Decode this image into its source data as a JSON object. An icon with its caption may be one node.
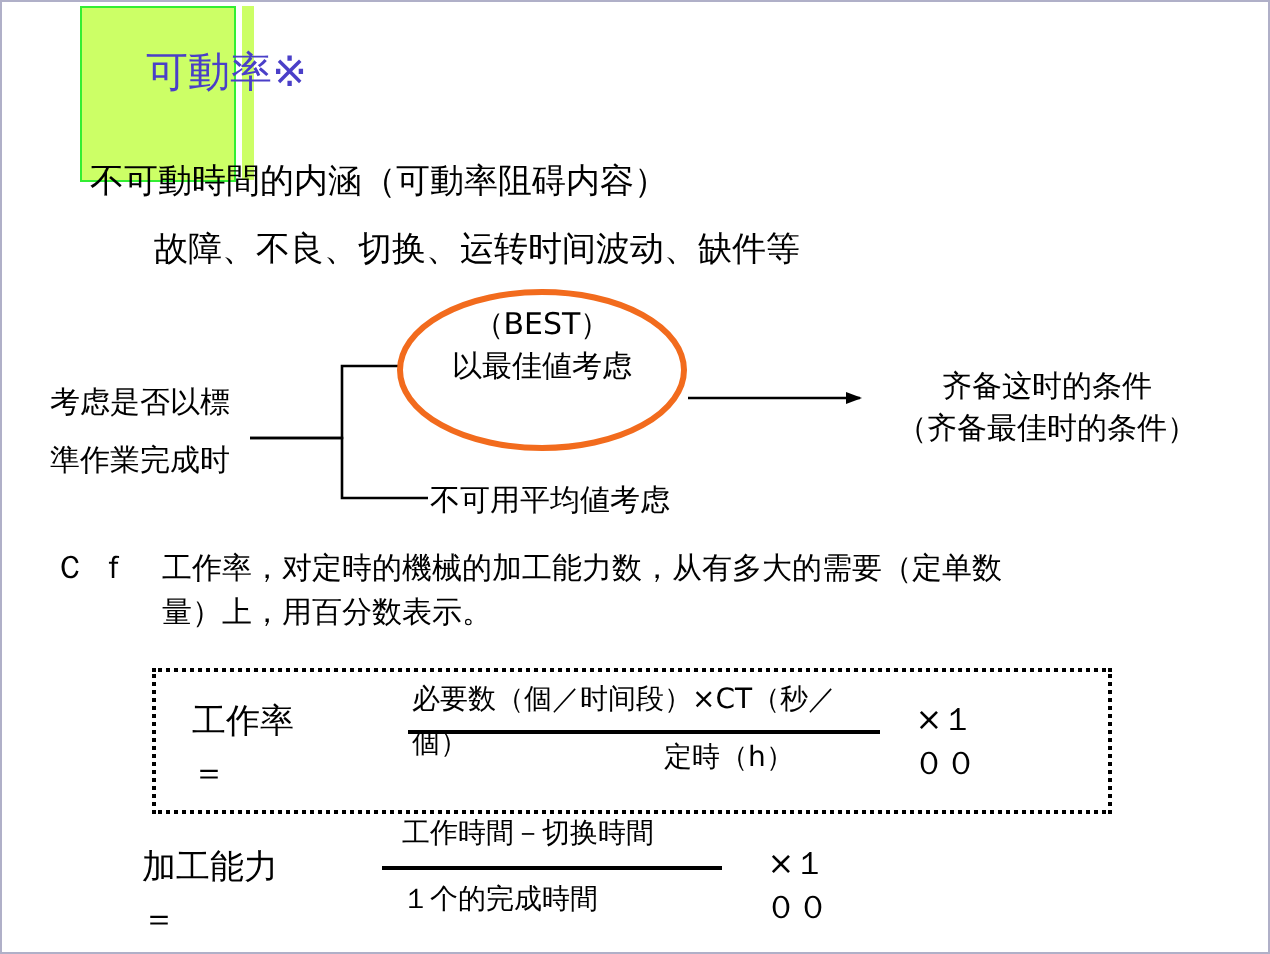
{
  "diagram": {
    "title": "可動率※",
    "nodes": [
      {
        "text": [
          "考虑是否以標準作業完成时"
        ]
      },
      {
        "text": [
          "（BEST）",
          "以最佳値考虑"
        ]
      },
      {
        "text": [
          "不可用平均値考虑"
        ]
      },
      {
        "text": [
          "齐备这时的条件",
          "（齐备最佳时的条件）"
        ]
      },
      {
        "text": [
          "工作率＝",
          "必要数（個／时间段）×CT（秒／個）",
          "定時（h）",
          "×１００"
        ]
      }
    ],
    "edges": [
      {
        "from": 0,
        "to": 1,
        "arrow": "none"
      },
      {
        "from": 0,
        "to": 2,
        "arrow": "none"
      },
      {
        "from": 1,
        "to": 3,
        "arrow": "to"
      }
    ],
    "labels": [
      "不可動時間的内涵（可動率阻碍内容）",
      "故障、不良、切换、运转时间波动、缺件等",
      "Ｃｆ",
      "工作率，对定時的機械的加工能力数，从有多大的需要（定单数量）上，用百分数表示。",
      "加工能力＝",
      "工作時間－切换時間",
      "１个的完成時間",
      "×１００"
    ]
  }
}
